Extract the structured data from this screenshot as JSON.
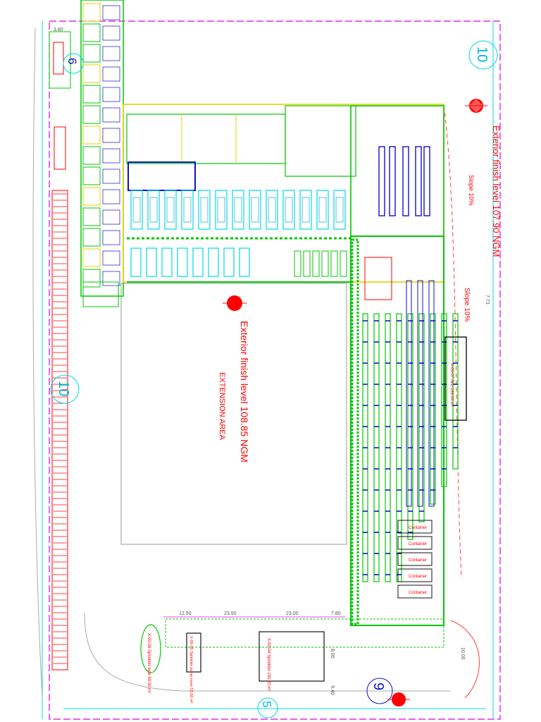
{
  "labels": {
    "exterior_north": "Exterior finish level 107.90 NGM",
    "exterior_center": "Exterior finish level 108.85 NGM",
    "extension": "EXTENSION AREA",
    "slope_top": "Slope 10%",
    "slope_right": "Slope 10%",
    "zone_silo": "X-00-07 Silo 144.00 m²",
    "zone_sprinkler": "X-00-04 Sprinkler 190.20 m²",
    "zone_pump": "X-00-05 Sprinkler pump room 52.00 m²",
    "zone_tank": "X-00-06 Sprinkler tank 69.00 m²",
    "container": "Container"
  },
  "axes": {
    "ten_top": "10",
    "ten_left": "10",
    "six": "6",
    "nine": "9",
    "five": "5"
  },
  "dimensions": {
    "d_top": "3.80",
    "d1": "12.50",
    "d2": "23.50",
    "d3": "23.00",
    "d4": "7.80",
    "d_right": "10.00",
    "d_mid": "8.00",
    "d_low": "9.40",
    "d_side": "7.73"
  },
  "colors": {
    "wall": "#00c800",
    "yellow": "#e6d200",
    "red": "#ff0000",
    "blue": "#1010c8",
    "cyan": "#00d8e8",
    "magenta": "#e000e0",
    "grey": "#9a9a9a"
  }
}
